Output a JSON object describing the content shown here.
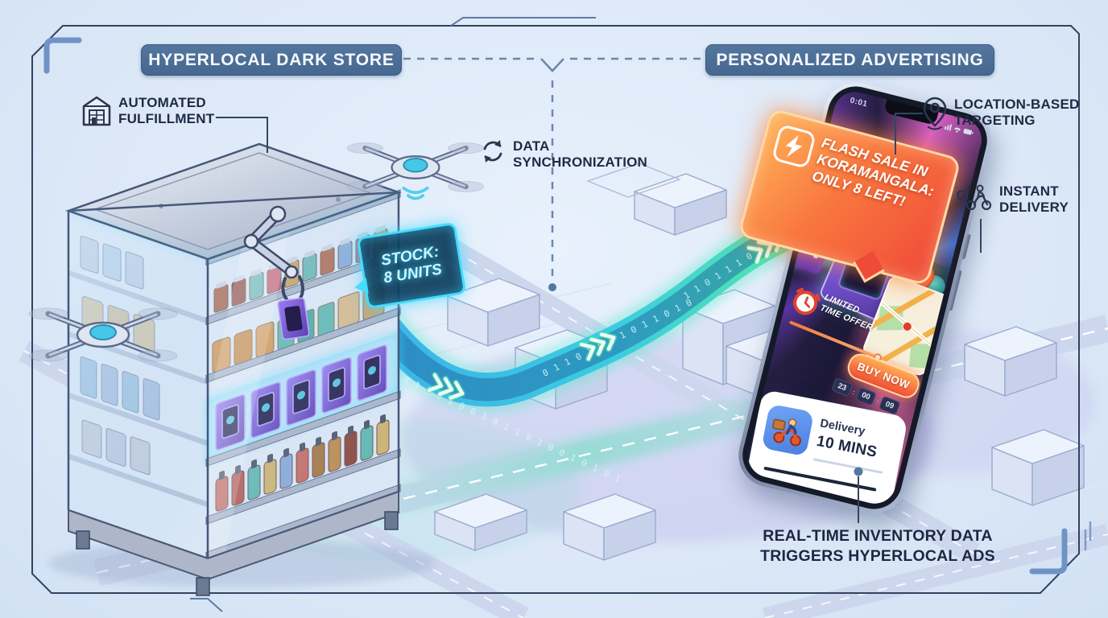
{
  "banners": {
    "left": "HYPERLOCAL DARK STORE",
    "right": "PERSONALIZED ADVERTISING"
  },
  "callouts": {
    "automated_fulfillment": "AUTOMATED\nFULFILLMENT",
    "data_synchronization": "DATA\nSYNCHRONIZATION",
    "location_targeting": "LOCATION-BASED\nTARGETING",
    "instant_delivery": "INSTANT\nDELIVERY",
    "bottom_note": "REAL-TIME INVENTORY DATA\nTRIGGERS HYPERLOCAL ADS"
  },
  "store": {
    "stock_callout": "STOCK:\n8 UNITS"
  },
  "stream": {
    "bits1": "1 0 1 1 0 1 0 0 1 0 1 1 0 1 0 0 1 0 1 0 1",
    "bits2": "0 1 1 0 1 0 0 1 0 1 1 0 1 0",
    "bits3": "1 1 0 1 1 1 0 0 1 0 1 1 0 1 0"
  },
  "phone": {
    "status_time": "0:01",
    "flash_banner": "FLASH SALE IN\nKORAMANGALA:\nONLY 8 LEFT!",
    "limited_offer": "LIMITED\nTIME OFFER",
    "buy_now": "BUY NOW",
    "countdown": {
      "h": "23",
      "m": "00",
      "s": "09",
      "sep": ":"
    },
    "delivery_label": "Delivery",
    "delivery_time": "10 MINS"
  },
  "colors": {
    "background": "#dde9f8",
    "banner_blue": "#4b6d99",
    "label_navy": "#1e2a44",
    "neon_cyan": "#43ddff",
    "stream_teal": "#35cbe0",
    "stream_green": "#52e8a0",
    "flash_orange": "#ef4b38",
    "buy_now_orange": "#f04f36"
  }
}
